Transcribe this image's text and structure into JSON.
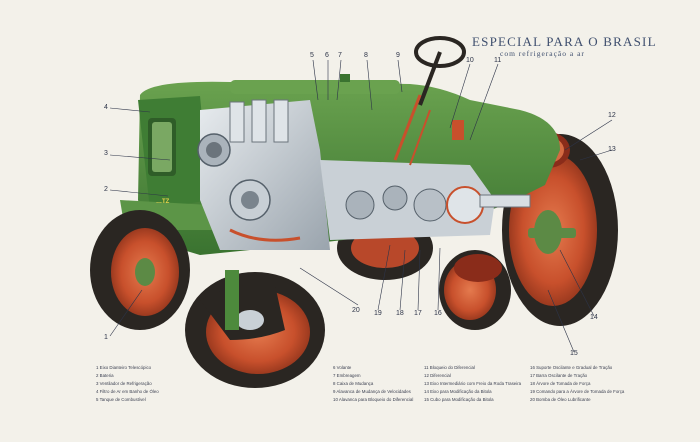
{
  "heading": {
    "title": "ESPECIAL PARA O BRASIL",
    "subtitle": "com refrigeração a ar"
  },
  "brand_mark": "...TZ",
  "numbers": [
    "1",
    "2",
    "3",
    "4",
    "5",
    "6",
    "7",
    "8",
    "9",
    "10",
    "11",
    "12",
    "13",
    "14",
    "15",
    "16",
    "17",
    "18",
    "19",
    "20"
  ],
  "legend": {
    "col1": [
      "1  Eixo Dianteiro Telescópico",
      "2  Bateria",
      "3  Ventilador de Refrigeração",
      "4  Filtro de Ar em Banho de Óleo",
      "5  Tanque de Combustível"
    ],
    "col2": [
      "6  Volante",
      "7  Embreagem",
      "8  Caixa de Mudança",
      "9  Alavanca de Mudança de Velocidades",
      "10  Alavanca para Bloqueio do Diferencial"
    ],
    "col3": [
      "11  Bloqueio do Diferencial",
      "12  Diferencial",
      "13  Eixo Intermediário com Freio da Roda Traseira",
      "14  Eixo para Modificação da Bitola",
      "15  Cubo para Modificação da Bitola"
    ],
    "col4": [
      "16  Suporte Oscilante e Gradual de Tração",
      "17  Barra Oscilante de Tração",
      "18  Árvore de Tomada de Força",
      "19  Comando para a Árvore de Tomada de Força",
      "20  Bomba de Óleo Lubrificante"
    ]
  },
  "colors": {
    "body_green": "#4d8a3c",
    "dark_green": "#2f5d28",
    "wheel_red": "#c8502c",
    "tire": "#2a2622",
    "label_blue": "#3f4f6e"
  }
}
